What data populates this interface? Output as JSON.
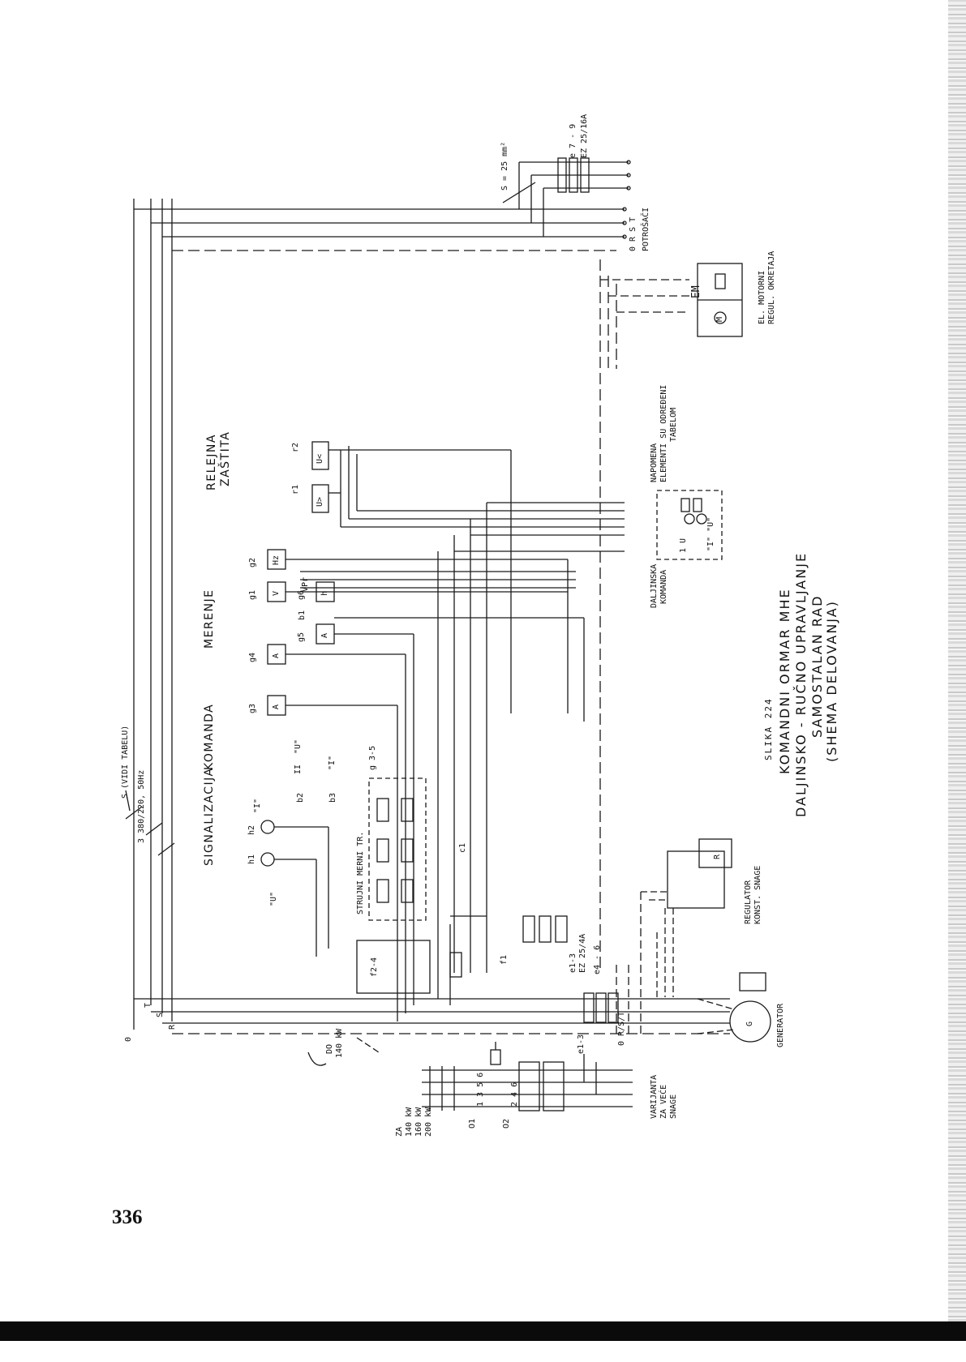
{
  "page": {
    "number": "336"
  },
  "caption": {
    "figure": "SLIKA 224",
    "line1": "KOMANDNI ORMAR MHE",
    "line2": "DALJINSKO - RUČNO UPRAVLJANJE",
    "line3": "SAMOSTALAN RAD",
    "line4": "(SHEMA DELOVANJA)"
  },
  "sections": {
    "signalizacija": "SIGNALIZACIJA",
    "komanda": "KOMANDA",
    "merenje": "MERENJE",
    "relejna": "RELEJNA",
    "zastita": "ZAŠTITA"
  },
  "bus": {
    "spec": "3 380/220, 50Hz",
    "cable_note": "S (VIDI TABELU)",
    "cable_cross": "S = 25 mm²",
    "phase_o": "0",
    "phase_r": "R",
    "phase_s": "S",
    "phase_t": "T"
  },
  "signal": {
    "h1": "h1",
    "h2": "h2",
    "u_lbl": "\"U\"",
    "i_lbl": "\"I\"",
    "b2": "b2",
    "b3": "b3",
    "ii_lbl": "II",
    "u2_lbl": "\"U\"",
    "i2_lbl": "\"I\"",
    "strujni": "STRUJNI MERNI TR.",
    "g35": "g 3-5"
  },
  "meters": {
    "g3": "g3",
    "g4": "g4",
    "g5": "g5",
    "g1": "g1",
    "g2": "g2",
    "g6": "g6",
    "b1": "b1",
    "a_sym": "A",
    "v_sym": "V",
    "hz_sym": "Hz",
    "h_sym": "h",
    "vpr": "VPr"
  },
  "relay": {
    "r1": "r1",
    "r2": "r2",
    "u_gt": "U>",
    "u_lt": "U<"
  },
  "consumers": {
    "fuse": "e 7 - 9",
    "fuse_type": "EZ 25/16A",
    "phases": "0  R  S  T",
    "label": "POTROŠAČI"
  },
  "motor": {
    "em": "EM",
    "m_sym": "M",
    "label1": "EL. MOTORNI",
    "label2": "REGUL. OKRETAJA"
  },
  "note": {
    "line1": "NAPOMENA",
    "line2": "ELEMENTI SU ODREĐENI",
    "line3": "TABELOM"
  },
  "remote": {
    "line1": "DALJINSKA",
    "line2": "KOMANDA",
    "i_u": "\"I\" \"U\"",
    "iu": "1 U"
  },
  "regulator": {
    "line1": "REGULATOR",
    "line2": "KONST. SNAGE",
    "r_sym": "R"
  },
  "generator": {
    "g_sym": "G",
    "label": "GENERATOR",
    "phases": "0  R/S/T"
  },
  "power": {
    "do": "DO",
    "kw": "140 kW"
  },
  "variant": {
    "za": "ZA",
    "p1": "140 kW",
    "p2": "160 kW",
    "p3": "200 kW",
    "o1": "O1",
    "o2": "O2",
    "nums1": "1 3 5 6",
    "nums2": "2 4 6",
    "var1": "VARIJANTA",
    "var2": "ZA VEĆE",
    "var3": "SNAGE",
    "e13": "e1-3"
  },
  "fuses": {
    "e13": "e1-3",
    "ez": "EZ 25/4A",
    "e46": "e4 - 6",
    "f1": "f1",
    "f24": "f2-4",
    "c1": "c1"
  }
}
